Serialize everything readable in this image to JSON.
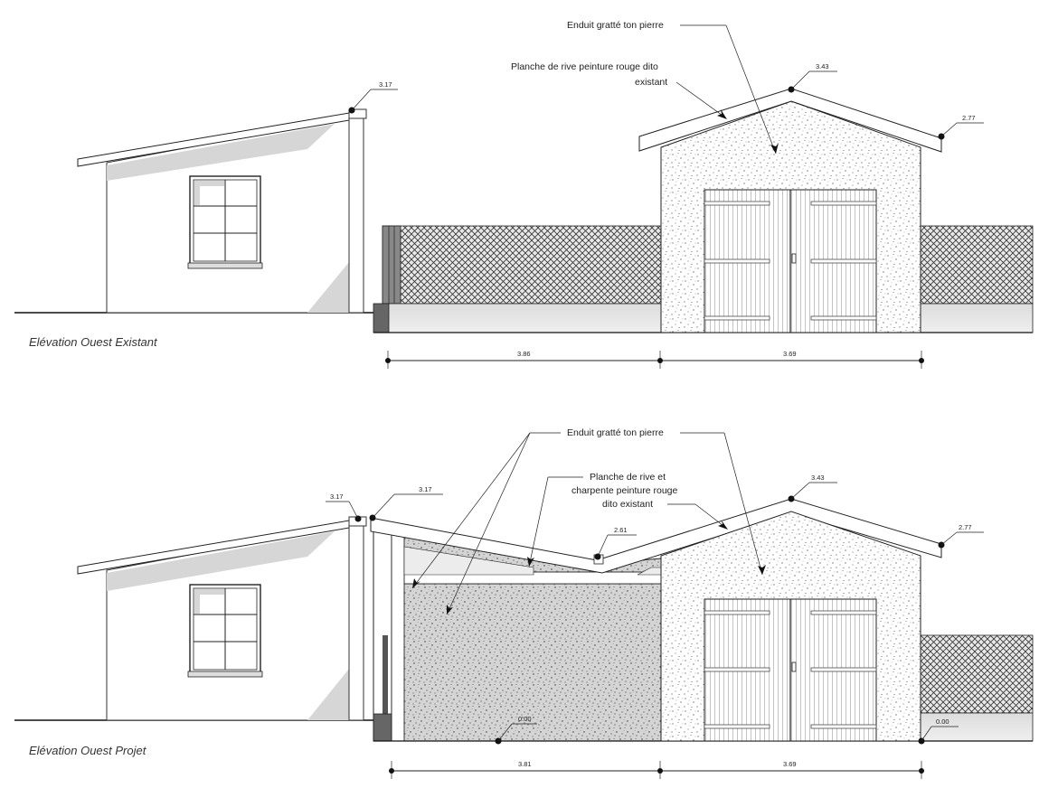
{
  "labels": {
    "enduit_top": "Enduit gratté ton pierre",
    "planche_top_1": "Planche de rive peinture rouge dito",
    "planche_top_2": "existant",
    "enduit_bottom": "Enduit gratté ton pierre",
    "planche_bottom_1": "Planche de rive et",
    "planche_bottom_2": "charpente peinture rouge",
    "planche_bottom_3": "dito existant"
  },
  "captions": {
    "existing": "Elévation Ouest Existant",
    "project": "Elévation Ouest Projet"
  },
  "levels": {
    "top": {
      "left_house": "3.17",
      "ridge": "3.43",
      "right_eave": "2.77"
    },
    "bottom": {
      "left_house": "3.17",
      "carport_high": "3.17",
      "valley": "2.61",
      "ridge": "3.43",
      "right_eave": "2.77",
      "ground_carport": "0.00",
      "ground_right": "0.00"
    }
  },
  "dimensions": {
    "top": [
      "3.86",
      "3.69"
    ],
    "bottom": [
      "3.81",
      "3.69"
    ]
  }
}
